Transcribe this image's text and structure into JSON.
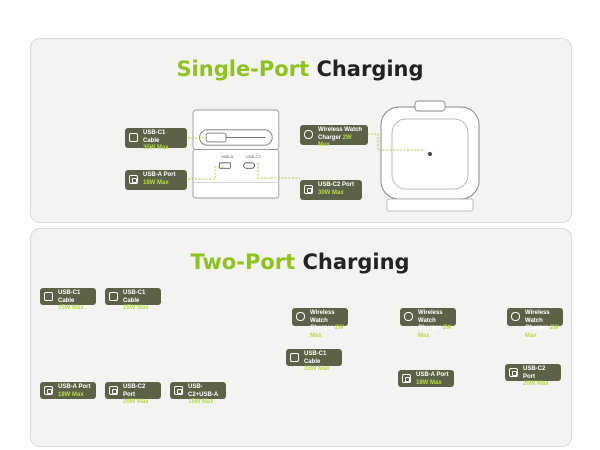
{
  "single": {
    "title_green": "Single-Port",
    "title_dark": "Charging",
    "labels": {
      "c1_cable": {
        "name": "USB-C1 Cable",
        "power": "35W Max"
      },
      "usba_port": {
        "name": "USB-A Port",
        "power": "18W Max"
      },
      "watch": {
        "name": "Wireless Watch",
        "name2": "Charger",
        "power": "2W Max"
      },
      "c2_port": {
        "name": "USB-C2 Port",
        "power": "30W Max"
      }
    },
    "port_labels": {
      "usba": "USB-A",
      "usbc2": "USB-C2"
    }
  },
  "two": {
    "title_green": "Two-Port",
    "title_dark": "Charging",
    "labels": {
      "c1a": {
        "name": "USB-C1 Cable",
        "power": "15W Max"
      },
      "c1b": {
        "name": "USB-C1 Cable",
        "power": "15W Max"
      },
      "usba": {
        "name": "USB-A Port",
        "power": "18W Max"
      },
      "c2": {
        "name": "USB-C2 Port",
        "power": "20W Max"
      },
      "c2a": {
        "name": "USB-C2+USB-A",
        "power": "15W Max"
      },
      "w1": {
        "name": "Wireless Watch",
        "name2": "Charger",
        "power": "2W Max"
      },
      "w2": {
        "name": "Wireless Watch",
        "name2": "Charger",
        "power": "2W Max"
      },
      "w3": {
        "name": "Wireless Watch",
        "name2": "Charger",
        "power": "2W Max"
      },
      "c1c": {
        "name": "USB-C1 Cable",
        "power": "33W Max"
      },
      "usba2": {
        "name": "USB-A Port",
        "power": "18W Max"
      },
      "c2b": {
        "name": "USB-C2 Port",
        "power": "20W Max"
      }
    }
  },
  "colors": {
    "accent_green": "#8ec21e",
    "label_bg": "#5c6247",
    "label_power": "#b9d94a"
  }
}
